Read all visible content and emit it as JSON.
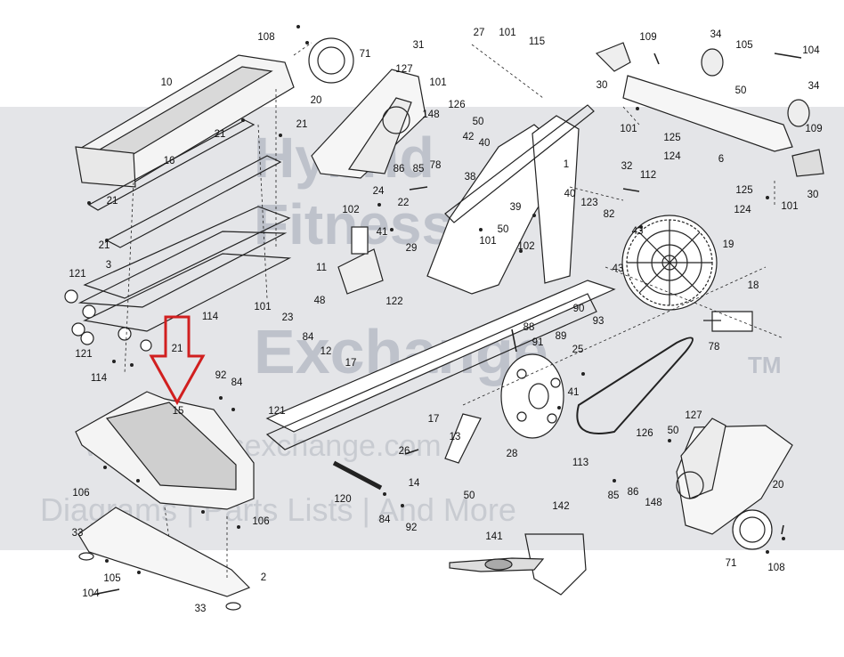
{
  "watermark": {
    "line1": "Hybrid",
    "line2": "Fitness",
    "line3": "Exchange",
    "trademark": "TM",
    "url": "www.fitnessexchange.com",
    "tagline": "Diagrams | Parts Lists | And More"
  },
  "callout_label": "15",
  "accent_color": "#d11f1f",
  "labels": [
    {
      "id": "l108a",
      "text": "108"
    },
    {
      "id": "l71a",
      "text": "71"
    },
    {
      "id": "l10",
      "text": "10"
    },
    {
      "id": "l127a",
      "text": "127"
    },
    {
      "id": "l20a",
      "text": "20"
    },
    {
      "id": "l31",
      "text": "31"
    },
    {
      "id": "l27",
      "text": "27"
    },
    {
      "id": "l101a",
      "text": "101"
    },
    {
      "id": "l115",
      "text": "115"
    },
    {
      "id": "l101b",
      "text": "101"
    },
    {
      "id": "l126a",
      "text": "126"
    },
    {
      "id": "l50a",
      "text": "50"
    },
    {
      "id": "l148a",
      "text": "148"
    },
    {
      "id": "l42",
      "text": "42"
    },
    {
      "id": "l40a",
      "text": "40"
    },
    {
      "id": "l21a",
      "text": "21"
    },
    {
      "id": "l21b",
      "text": "21"
    },
    {
      "id": "l16",
      "text": "16"
    },
    {
      "id": "l78a",
      "text": "78"
    },
    {
      "id": "l86a",
      "text": "86"
    },
    {
      "id": "l85a",
      "text": "85"
    },
    {
      "id": "l38",
      "text": "38"
    },
    {
      "id": "l24",
      "text": "24"
    },
    {
      "id": "l22",
      "text": "22"
    },
    {
      "id": "l1",
      "text": "1"
    },
    {
      "id": "l21c",
      "text": "21"
    },
    {
      "id": "l102a",
      "text": "102"
    },
    {
      "id": "l39",
      "text": "39"
    },
    {
      "id": "l40b",
      "text": "40"
    },
    {
      "id": "l123",
      "text": "123"
    },
    {
      "id": "l41a",
      "text": "41"
    },
    {
      "id": "l29",
      "text": "29"
    },
    {
      "id": "l50b",
      "text": "50"
    },
    {
      "id": "l101c",
      "text": "101"
    },
    {
      "id": "l21d",
      "text": "21"
    },
    {
      "id": "l3",
      "text": "3"
    },
    {
      "id": "l11",
      "text": "11"
    },
    {
      "id": "l102b",
      "text": "102"
    },
    {
      "id": "l121a",
      "text": "121"
    },
    {
      "id": "l101d",
      "text": "101"
    },
    {
      "id": "l48",
      "text": "48"
    },
    {
      "id": "l122",
      "text": "122"
    },
    {
      "id": "l23",
      "text": "23"
    },
    {
      "id": "l114a",
      "text": "114"
    },
    {
      "id": "l84a",
      "text": "84"
    },
    {
      "id": "l121b",
      "text": "121"
    },
    {
      "id": "l21e",
      "text": "21"
    },
    {
      "id": "l12",
      "text": "12"
    },
    {
      "id": "l17a",
      "text": "17"
    },
    {
      "id": "l114b",
      "text": "114"
    },
    {
      "id": "l92a",
      "text": "92"
    },
    {
      "id": "l84b",
      "text": "84"
    },
    {
      "id": "l15",
      "text": "15"
    },
    {
      "id": "l121c",
      "text": "121"
    },
    {
      "id": "l109a",
      "text": "109"
    },
    {
      "id": "l34a",
      "text": "34"
    },
    {
      "id": "l105a",
      "text": "105"
    },
    {
      "id": "l104a",
      "text": "104"
    },
    {
      "id": "l30a",
      "text": "30"
    },
    {
      "id": "l50c",
      "text": "50"
    },
    {
      "id": "l34b",
      "text": "34"
    },
    {
      "id": "l101e",
      "text": "101"
    },
    {
      "id": "l125a",
      "text": "125"
    },
    {
      "id": "l109b",
      "text": "109"
    },
    {
      "id": "l124a",
      "text": "124"
    },
    {
      "id": "l6",
      "text": "6"
    },
    {
      "id": "l32",
      "text": "32"
    },
    {
      "id": "l112",
      "text": "112"
    },
    {
      "id": "l125b",
      "text": "125"
    },
    {
      "id": "l101f",
      "text": "101"
    },
    {
      "id": "l30b",
      "text": "30"
    },
    {
      "id": "l124b",
      "text": "124"
    },
    {
      "id": "l82",
      "text": "82"
    },
    {
      "id": "l43a",
      "text": "43"
    },
    {
      "id": "l19",
      "text": "19"
    },
    {
      "id": "l43b",
      "text": "43"
    },
    {
      "id": "l18",
      "text": "18"
    },
    {
      "id": "l90",
      "text": "90"
    },
    {
      "id": "l88",
      "text": "88"
    },
    {
      "id": "l93",
      "text": "93"
    },
    {
      "id": "l89",
      "text": "89"
    },
    {
      "id": "l91",
      "text": "91"
    },
    {
      "id": "l25",
      "text": "25"
    },
    {
      "id": "l78b",
      "text": "78"
    },
    {
      "id": "l41b",
      "text": "41"
    },
    {
      "id": "l17b",
      "text": "17"
    },
    {
      "id": "l13",
      "text": "13"
    },
    {
      "id": "l26",
      "text": "26"
    },
    {
      "id": "l28",
      "text": "28"
    },
    {
      "id": "l113",
      "text": "113"
    },
    {
      "id": "l127b",
      "text": "127"
    },
    {
      "id": "l126b",
      "text": "126"
    },
    {
      "id": "l50d",
      "text": "50"
    },
    {
      "id": "l14",
      "text": "14"
    },
    {
      "id": "l50e",
      "text": "50"
    },
    {
      "id": "l120",
      "text": "120"
    },
    {
      "id": "l84c",
      "text": "84"
    },
    {
      "id": "l92b",
      "text": "92"
    },
    {
      "id": "l85b",
      "text": "85"
    },
    {
      "id": "l86b",
      "text": "86"
    },
    {
      "id": "l148b",
      "text": "148"
    },
    {
      "id": "l20b",
      "text": "20"
    },
    {
      "id": "l106a",
      "text": "106"
    },
    {
      "id": "l106b",
      "text": "106"
    },
    {
      "id": "l142",
      "text": "142"
    },
    {
      "id": "l141",
      "text": "141"
    },
    {
      "id": "l33a",
      "text": "33"
    },
    {
      "id": "l105b",
      "text": "105"
    },
    {
      "id": "l104b",
      "text": "104"
    },
    {
      "id": "l2",
      "text": "2"
    },
    {
      "id": "l33b",
      "text": "33"
    },
    {
      "id": "l71b",
      "text": "71"
    },
    {
      "id": "l108b",
      "text": "108"
    }
  ]
}
